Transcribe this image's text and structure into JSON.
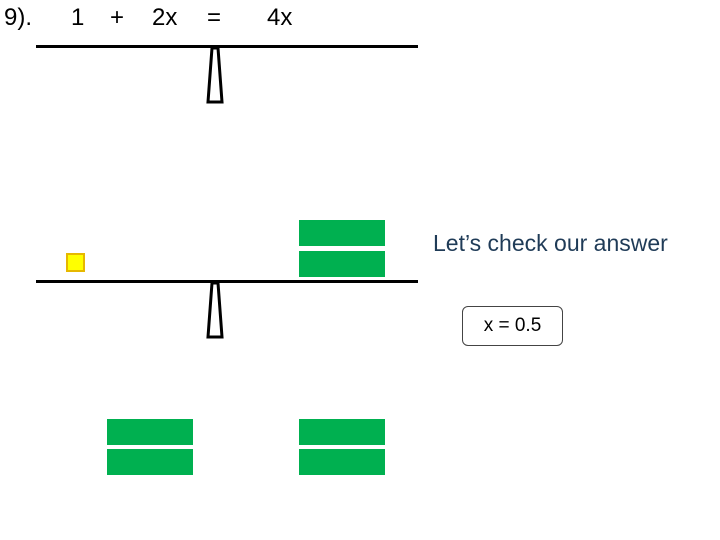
{
  "equation": {
    "number": "9).",
    "term1": "1",
    "plus": "+",
    "term2": "2x",
    "equals": "=",
    "term3": "4x"
  },
  "check_text": "Let’s check our answer",
  "answer": "x = 0.5",
  "colors": {
    "x_tile": "#00b050",
    "unit_tile": "#ffff00",
    "unit_border": "#e6b800"
  }
}
